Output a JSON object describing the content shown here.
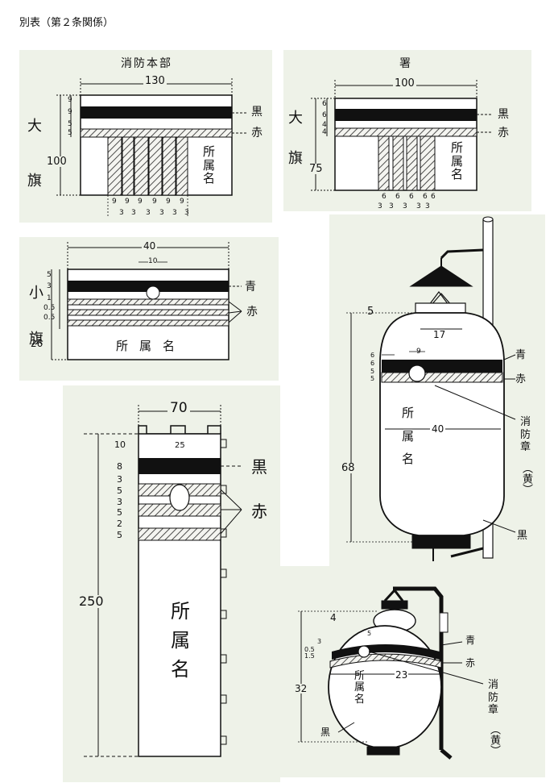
{
  "page_title": "別表（第２条関係）",
  "colors": {
    "background_panel": "#eef2e8",
    "ink": "#111111",
    "hatch": "#222222"
  },
  "flag_large_hq": {
    "title": "消防本部",
    "side_label_top": "大",
    "side_label_bottom": "旗",
    "width": "130",
    "height": "100",
    "stripe_dims": [
      "9",
      "9",
      "5",
      "5"
    ],
    "tail_dims": [
      "9",
      "3",
      "9",
      "3",
      "9",
      "3",
      "9",
      "3",
      "9",
      "3",
      "9",
      "3"
    ],
    "tail_dims_top": [
      "9",
      "9",
      "9",
      "9",
      "9",
      "9"
    ],
    "tail_dims_bottom": [
      "3",
      "3",
      "3",
      "3",
      "3",
      "3"
    ],
    "color_black": "黒",
    "color_red": "赤",
    "affiliation": "所属名"
  },
  "flag_large_station": {
    "title": "署",
    "side_label_top": "大",
    "side_label_bottom": "旗",
    "width": "100",
    "height": "75",
    "stripe_dims": [
      "6",
      "6",
      "4",
      "4"
    ],
    "tail_dims_top": [
      "6",
      "6",
      "6",
      "6",
      "6"
    ],
    "tail_dims_bottom": [
      "3",
      "3",
      "3",
      "3",
      "3"
    ],
    "color_black": "黒",
    "color_red": "赤",
    "affiliation": "所属名"
  },
  "flag_small": {
    "side_label_top": "小",
    "side_label_bottom": "旗",
    "width": "40",
    "circle": "10",
    "height": "26",
    "stripe_dims": [
      "5",
      "3",
      "1",
      "0.5",
      "0.5"
    ],
    "color_blue": "青",
    "color_red": "赤",
    "affiliation": "所属名"
  },
  "banner_vertical": {
    "width": "70",
    "top_gap": "25",
    "height": "250",
    "dims": [
      "10",
      "8",
      "3",
      "5",
      "3",
      "5",
      "2",
      "5"
    ],
    "color_black": "黒",
    "color_red": "赤",
    "affiliation": "所属名"
  },
  "lantern_long": {
    "top": "5",
    "top_width": "17",
    "circle": "9",
    "band_dims": [
      "6",
      "6",
      "5",
      "5"
    ],
    "body_width": "40",
    "height": "68",
    "color_blue": "青",
    "color_red": "赤",
    "emblem_label": "消防章",
    "emblem_color": "（黄）",
    "affiliation": "所属名",
    "color_black": "黒"
  },
  "lantern_round": {
    "top": "4",
    "circle": "5",
    "band_dims": [
      "3",
      "0.5",
      "1.5"
    ],
    "body_width": "23",
    "height": "32",
    "color_blue": "青",
    "color_red": "赤",
    "emblem_label": "消防章",
    "emblem_color": "（黄）",
    "affiliation": "所属名",
    "color_black": "黒"
  }
}
